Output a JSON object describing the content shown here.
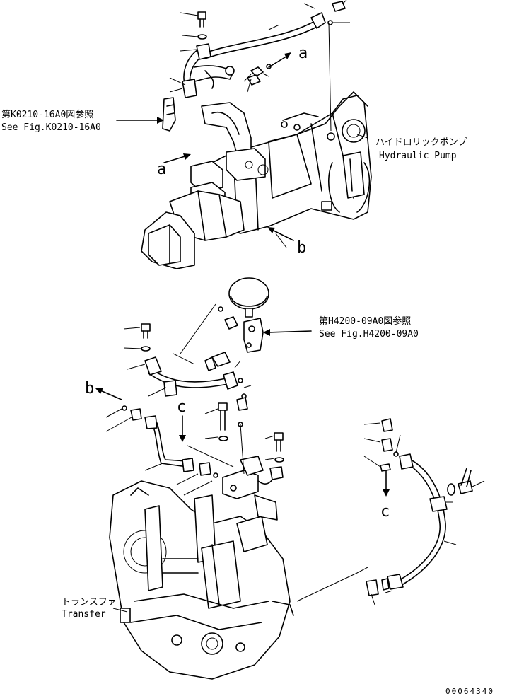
{
  "references": [
    {
      "jp": "第K0210-16A0図参照",
      "en": "See Fig.K0210-16A0"
    },
    {
      "jp": "第H4200-09A0図参照",
      "en": "See Fig.H4200-09A0"
    }
  ],
  "components": {
    "pump": {
      "jp": "ハイドロリックポンプ",
      "en": "Hydraulic Pump"
    },
    "transfer": {
      "jp": "トランスファ",
      "en": "Transfer"
    }
  },
  "connection_letters": {
    "a": "a",
    "b": "b",
    "c": "c"
  },
  "drawing_number": "00064340"
}
